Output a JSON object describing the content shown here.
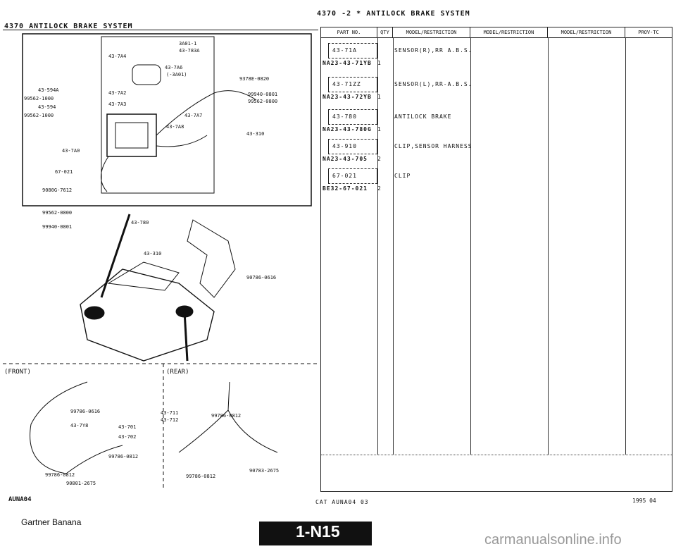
{
  "header": {
    "left_title": "4370   ANTILOCK BRAKE SYSTEM",
    "right_title": "4370 -2 * ANTILOCK BRAKE SYSTEM"
  },
  "diagram": {
    "callouts": [
      "3A01-1",
      "43-783A",
      "43-7A4",
      "43-7A6",
      "(-3A01)",
      "43-7A2",
      "43-7A3",
      "43-7A7",
      "43-7A8",
      "43-594A",
      "43-594",
      "43-7A0",
      "67-021",
      "43-310",
      "43-780",
      "43-310",
      "43-7Y8",
      "43-701",
      "43-702",
      "43-711",
      "43-712"
    ],
    "part_refs": [
      "9378E-0820",
      "99940-0801",
      "99562-0800",
      "99562-1000",
      "99562-1000",
      "9080G-7612",
      "99562-0800",
      "99940-0801",
      "90786-0616",
      "99786-0616",
      "99786-0812",
      "99786-0812",
      "90801-2675",
      "99786-0812",
      "99786-0812",
      "90783-2675"
    ],
    "front_label": "(FRONT)",
    "rear_label": "(REAR)"
  },
  "table": {
    "columns": [
      "PART NO.",
      "QTY",
      "MODEL/RESTRICTION",
      "MODEL/RESTRICTION",
      "MODEL/RESTRICTION",
      "PROV-TC"
    ],
    "rows": [
      {
        "ref": "43-71A",
        "part_no": "NA23-43-71YB",
        "qty": "1",
        "description": "SENSOR(R),RR A.B.S."
      },
      {
        "ref": "43-71ZZ",
        "part_no": "NA23-43-72YB",
        "qty": "1",
        "description": "SENSOR(L),RR-A.B.S."
      },
      {
        "ref": "43-780",
        "part_no": "NA23-43-780G",
        "qty": "1",
        "description": "ANTILOCK BRAKE"
      },
      {
        "ref": "43-910",
        "part_no": "NA23-43-705",
        "qty": "2",
        "description": "CLIP,SENSOR HARNESS"
      },
      {
        "ref": "67-021",
        "part_no": "BE32-67-021",
        "qty": "2",
        "description": "CLIP"
      }
    ]
  },
  "footer": {
    "code": "AUNA04",
    "catalog": "CAT  AUNA04 03",
    "date": "1995 04",
    "page": "1-N15",
    "watermark_left": "Gartner Banana",
    "watermark_right": "carmanualsonline.info"
  }
}
